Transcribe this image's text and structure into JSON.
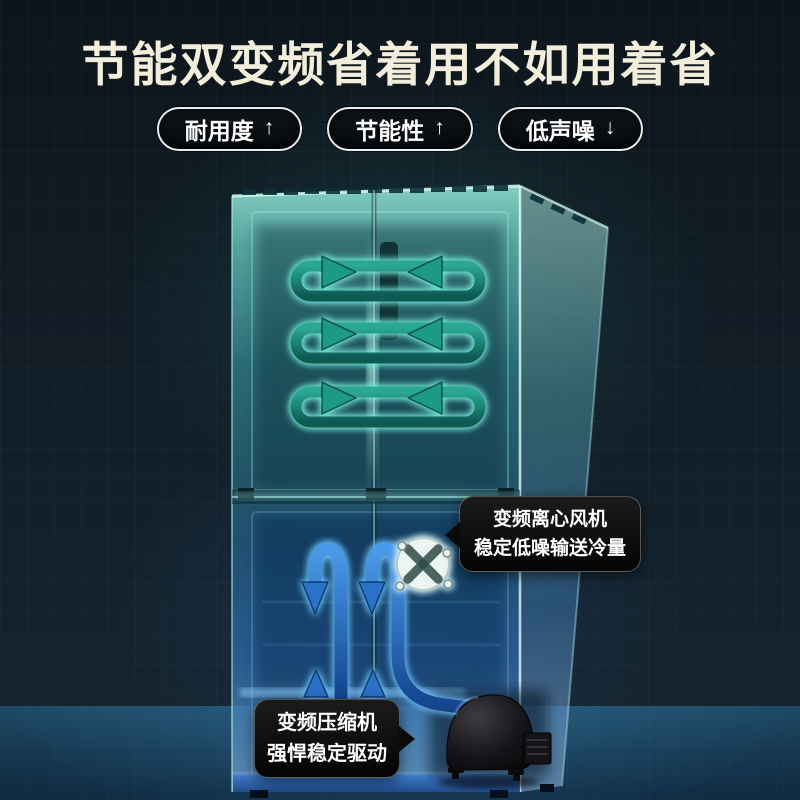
{
  "header": {
    "title": "节能双变频省着用不如用着省"
  },
  "badges": [
    {
      "label": "耐用度",
      "arrow": "↑"
    },
    {
      "label": "节能性",
      "arrow": "↑"
    },
    {
      "label": "低声噪",
      "arrow": "↓"
    }
  ],
  "callouts": {
    "fan": {
      "line1": "变频离心风机",
      "line2": "稳定低噪输送冷量"
    },
    "compressor": {
      "line1": "变频压缩机",
      "line2": "强悍稳定驱动"
    }
  },
  "icons": {
    "fan": "centrifugal-fan-icon",
    "compressor": "compressor-icon",
    "airflow_top": "teal-circulation-arrows",
    "airflow_bottom": "blue-airflow-arrows"
  },
  "colors": {
    "title_text": "#F2EEDB",
    "badge_border": "#E9ECEC",
    "badge_bg": "#070B0E",
    "teal_arrow": "#1F9A86",
    "blue_arrow": "#2E7BD2",
    "fridge_teal": "#57B9AE",
    "fridge_blue": "#3A77B8",
    "callout_bg": "#0A0A0A",
    "background": "#111C25",
    "floor": "#1C4660"
  }
}
